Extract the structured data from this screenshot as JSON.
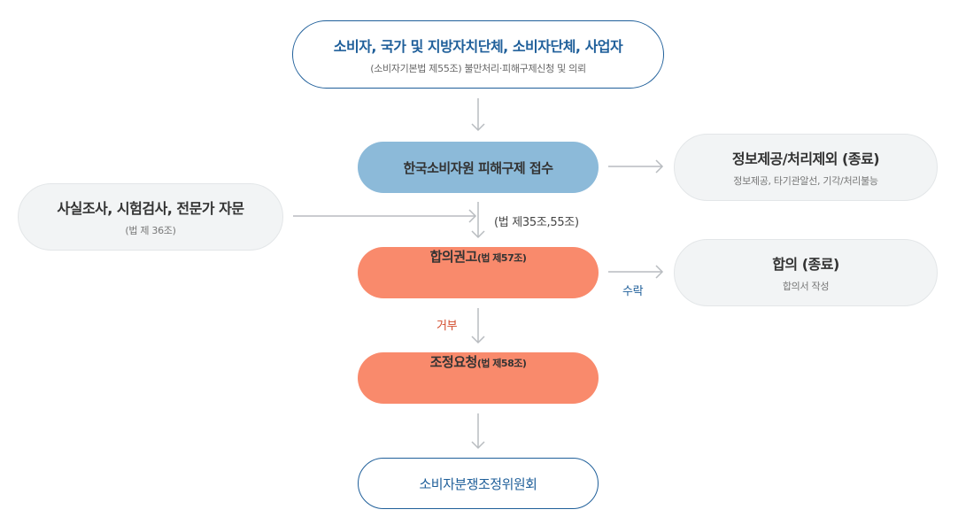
{
  "top": {
    "title": "소비자, 국가 및 지방자치단체, 소비자단체, 사업자",
    "subtitle": "(소비자기본법 제55조) 불만처리·피해구제신청 및 의뢰"
  },
  "reception": {
    "title": "한국소비자원 피해구제 접수"
  },
  "info_end": {
    "title": "정보제공/처리제외 (종료)",
    "subtitle": "정보제공, 타기관알선, 기각/처리불능"
  },
  "investigation": {
    "title": "사실조사, 시험검사, 전문가 자문",
    "subtitle": "(법 제 36조)"
  },
  "law_ref": "(법 제35조,55조)",
  "recommendation": {
    "title": "합의권고",
    "law": "(법 제57조)"
  },
  "agreement_end": {
    "title": "합의 (종료)",
    "subtitle": "합의서 작성"
  },
  "accept_label": "수락",
  "reject_label": "거부",
  "mediation_request": {
    "title": "조정요청",
    "law": "(법 제58조)"
  },
  "committee": {
    "title": "소비자분쟁조정위원회"
  },
  "colors": {
    "navy": "#1f5f9a",
    "blue_fill": "#8cbad9",
    "orange_fill": "#f98a6c",
    "gray_fill": "#f2f4f5",
    "reject_red": "#d24a2a",
    "arrow": "#b8bcc0"
  }
}
